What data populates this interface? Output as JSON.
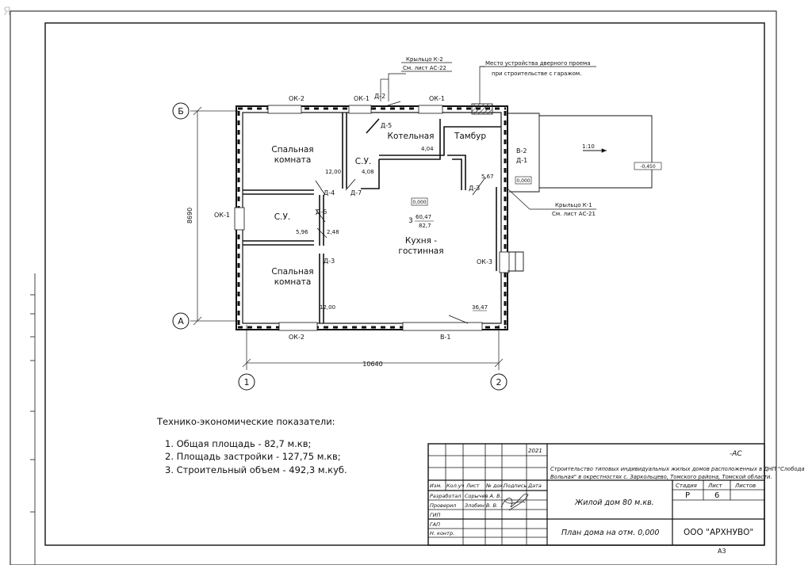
{
  "watermark": "Я",
  "grid": {
    "row_top": "Б",
    "row_bottom": "А",
    "col_left": "1",
    "col_right": "2"
  },
  "dimensions": {
    "width": "10640",
    "height": "8690"
  },
  "rooms": {
    "bedroom1": [
      "Спальная",
      "комната"
    ],
    "bathroom_top": "С.У.",
    "boiler": "Котельная",
    "vestibule": "Тамбур",
    "bathroom_mid": "С.У.",
    "kitchen": [
      "Кухня -",
      "гостинная"
    ],
    "bedroom2": [
      "Спальная",
      "комната"
    ]
  },
  "areas": {
    "bedroom1": "12,00",
    "bathroom_top": "4,08",
    "boiler": "4,04",
    "vestibule": "5,67",
    "bathroom_mid": "5,96",
    "hall": "2,48",
    "bedroom2": "12,00",
    "kitchen": "36,47"
  },
  "kitchen_tag": {
    "num": "3",
    "top": "60,47",
    "bottom": "82,7"
  },
  "levels": {
    "floor": "0,000",
    "porch": "0,000",
    "ground": "-0,450"
  },
  "windows": {
    "ok2_top": "ОК-2",
    "ok1_top_a": "ОК-1",
    "ok1_top_b": "ОК-1",
    "ok1_left": "ОК-1",
    "ok3_right": "ОК-3",
    "ok2_bottom": "ОК-2",
    "v1_bottom": "В-1"
  },
  "doors": {
    "d2": "Д-2",
    "d5": "Д-5",
    "d3a": "Д-3",
    "d4": "Д-4",
    "d7": "Д-7",
    "d6": "Д-6",
    "d3b": "Д-3",
    "v2": "В-2",
    "d1": "Д-1"
  },
  "callouts": {
    "porch_k2": [
      "Крыльцо К-2",
      "См. лист АС-22"
    ],
    "door_note": [
      "Место устройства дверного проема",
      "при строительстве с гаражом."
    ],
    "porch_k1": [
      "Крыльцо К-1",
      "См. лист АС-21"
    ],
    "slope": "1:10"
  },
  "notes": {
    "heading": "Технико-экономические показатели:",
    "items": [
      "1. Общая площадь - 82,7 м.кв;",
      "2. Площадь застройки - 127,75 м.кв;",
      "3. Строительный объем - 492,3 м.куб."
    ]
  },
  "title_block": {
    "year": "2021",
    "code": "-АС",
    "project": [
      "Строительство типовых индивидуальных жилых домов расположенных в ДНП \"Слобода",
      "Вольная\" в окрестностях с. Заркольцево, Томского района, Томской области."
    ],
    "headers": [
      "Изм.",
      "Кол.уч",
      "Лист",
      "№ док.",
      "Подпись",
      "Дата"
    ],
    "roles": [
      {
        "role": "Разработал",
        "name": "Сорычев А. В."
      },
      {
        "role": "Проверил",
        "name": "Злобин В. В."
      },
      {
        "role": "ГИП",
        "name": ""
      },
      {
        "role": "ГАП",
        "name": ""
      },
      {
        "role": "Н. контр.",
        "name": ""
      }
    ],
    "object": "Жилой дом 80 м.кв.",
    "stage_label": "Стадия",
    "sheet_label": "Лист",
    "sheets_label": "Листов",
    "stage": "Р",
    "sheet": "6",
    "drawing": "План дома на отм. 0,000",
    "company": "ООО \"АРХНУВО\"",
    "format": "А3"
  }
}
